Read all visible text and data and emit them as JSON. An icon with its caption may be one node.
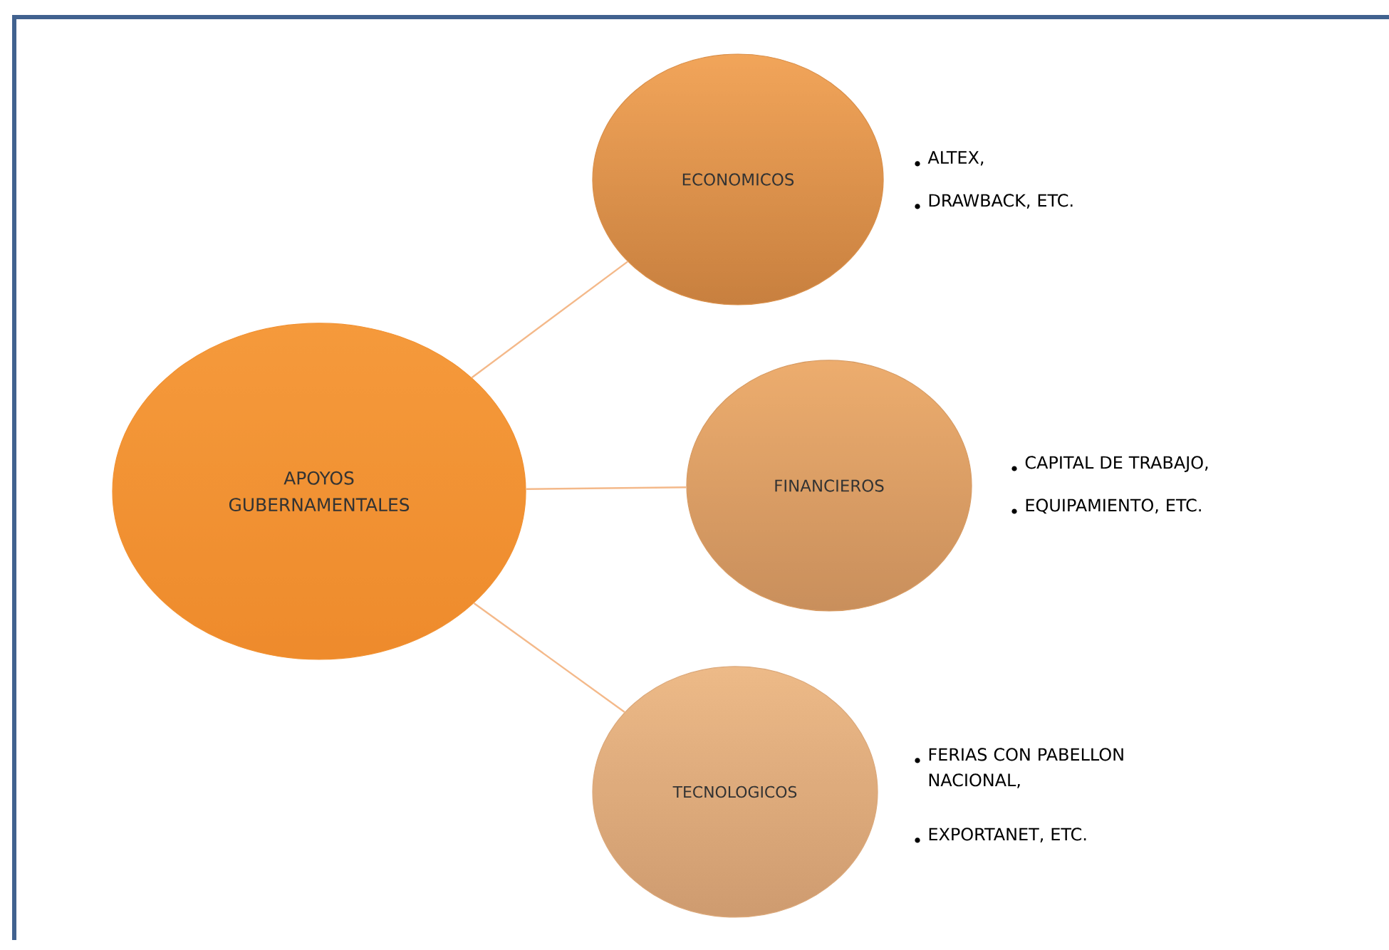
{
  "diagram": {
    "nodes": [
      {
        "text": [
          "APOYOS GUBERNAMENTALES"
        ]
      },
      {
        "text": [
          "ECONOMICOS"
        ],
        "beside": [
          "ALTEX,",
          "DRAWBACK, ETC."
        ]
      },
      {
        "text": [
          "FINANCIEROS"
        ],
        "beside": [
          "CAPITAL DE TRABAJO,",
          "EQUIPAMIENTO,  ETC."
        ]
      },
      {
        "text": [
          "TECNOLOGICOS"
        ],
        "beside": [
          "FERIAS CON PABELLON NACIONAL,",
          "EXPORTANET,  ETC."
        ]
      }
    ],
    "edges": [
      {
        "from": 0,
        "to": 1,
        "arrow": "none"
      },
      {
        "from": 0,
        "to": 2,
        "arrow": "none"
      },
      {
        "from": 0,
        "to": 3,
        "arrow": "none"
      }
    ]
  }
}
